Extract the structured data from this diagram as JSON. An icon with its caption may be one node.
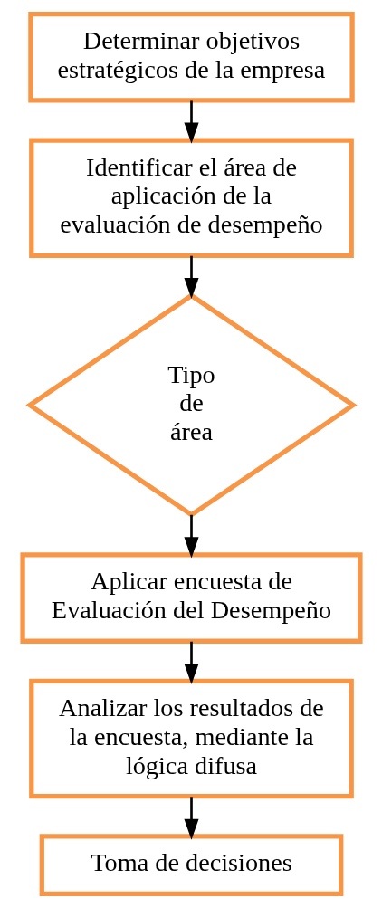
{
  "diagram": {
    "nodes": [
      {
        "text": [
          "Determinar objetivos estratégicos de la empresa"
        ]
      },
      {
        "text": [
          "Identificar el área de aplicación de la evaluación de desempeño"
        ]
      },
      {
        "text": [
          "Tipo de área"
        ]
      },
      {
        "text": [
          "Aplicar encuesta de Evaluación del Desempeño"
        ]
      },
      {
        "text": [
          "Analizar los resultados de la encuesta, mediante la lógica difusa"
        ]
      },
      {
        "text": [
          "Toma de decisiones"
        ]
      }
    ],
    "edges": [
      {
        "from": 0,
        "to": 1,
        "arrow": "to"
      },
      {
        "from": 1,
        "to": 2,
        "arrow": "to"
      },
      {
        "from": 2,
        "to": 3,
        "arrow": "to"
      },
      {
        "from": 3,
        "to": 4,
        "arrow": "to"
      },
      {
        "from": 4,
        "to": 5,
        "arrow": "to"
      }
    ]
  }
}
